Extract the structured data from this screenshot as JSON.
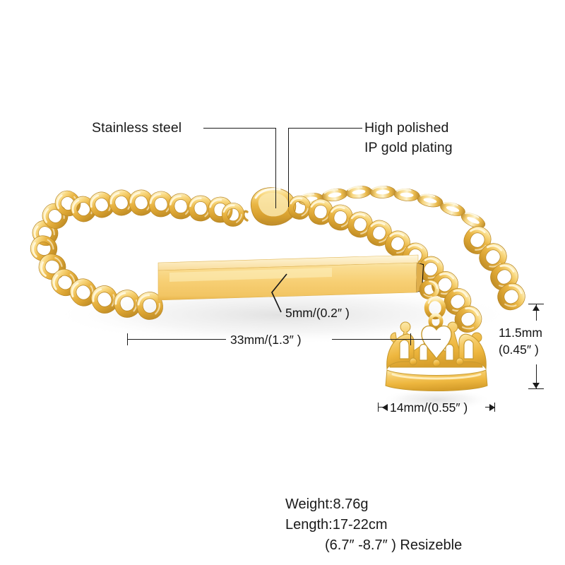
{
  "product": {
    "type": "gold-plated-stainless-steel-id-bracelet-with-crown-charm",
    "material_color": "#e8b44a",
    "highlight_color": "#fdf0c2",
    "shadow_color": "#b7822a",
    "plate_color": "#f6cc74",
    "line_color": "#1b1b1b"
  },
  "callouts": {
    "left": {
      "label": "Stainless steel"
    },
    "right": {
      "line1": "High polished",
      "line2": "IP gold plating"
    }
  },
  "dimensions": {
    "plate_thickness": "5mm/(0.2″ )",
    "plate_length": "33mm/(1.3″ )",
    "charm_height_line1": "11.5mm",
    "charm_height_line2": "(0.45″ )",
    "charm_width": "14mm/(0.55″ )"
  },
  "specs": {
    "weight": "Weight:8.76g",
    "length": "Length:17-22cm",
    "length_inches": "(6.7″ -8.7″ ) Resizeble"
  }
}
